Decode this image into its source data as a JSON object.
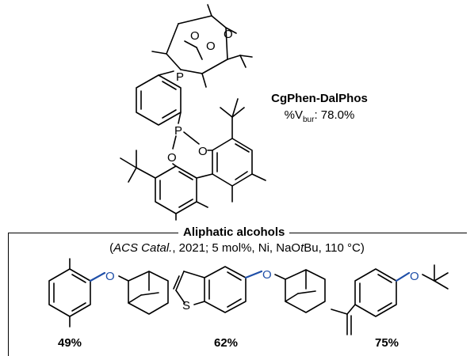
{
  "ligand": {
    "name": "CgPhen-DalPhos",
    "vbur_prefix": "%V",
    "vbur_sub": "bur",
    "vbur_value": ": 78.0%"
  },
  "section": {
    "title": "Aliphatic alcohols",
    "conditions_journal": "ACS Catal.",
    "conditions_rest": ", 2021; 5 mol%, Ni, NaO",
    "conditions_tbu_t": "t",
    "conditions_tail": "Bu, 110 °C)",
    "conditions_open": "("
  },
  "atoms": {
    "P": "P",
    "O": "O",
    "S": "S"
  },
  "products": [
    {
      "yield": "49%"
    },
    {
      "yield": "62%"
    },
    {
      "yield": "75%"
    }
  ],
  "colors": {
    "bond_highlight": "#1f4fa8"
  }
}
